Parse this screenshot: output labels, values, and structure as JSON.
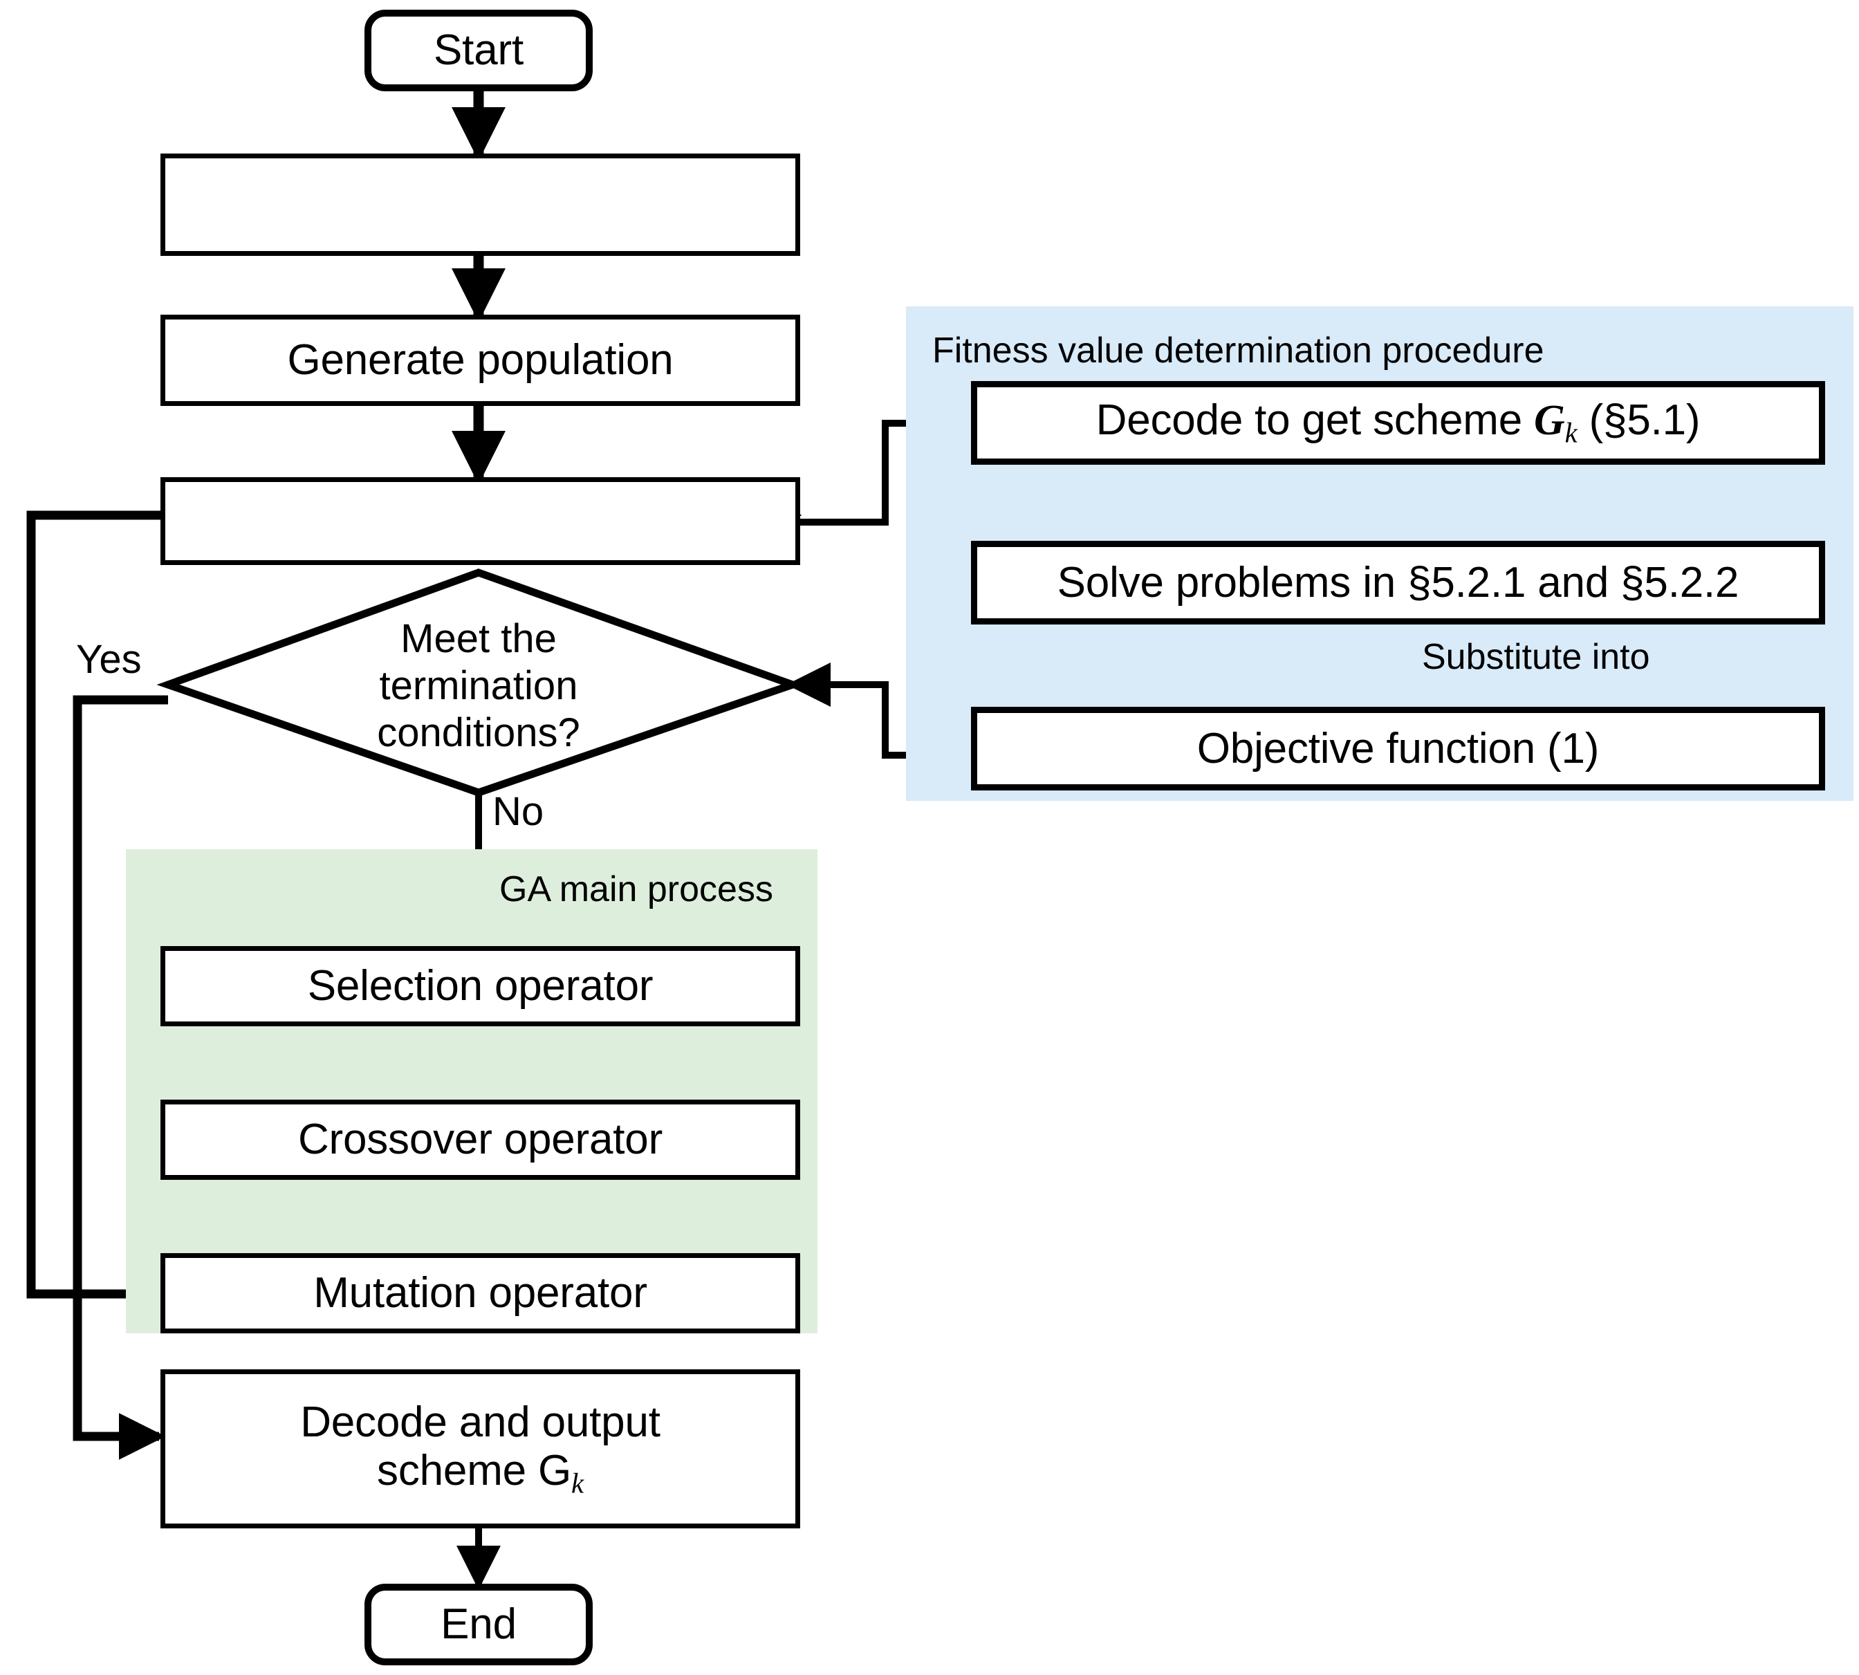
{
  "diagram": {
    "title": "Genetic algorithm flowchart with fitness value determination procedure",
    "colors": {
      "fitness_group_fill": "#d9eaf8",
      "ga_group_fill": "#ddeedd",
      "stroke": "#000000",
      "node_fill": "#ffffff"
    }
  },
  "nodes": {
    "start": "Start",
    "init_blank_1": "",
    "generate_population": "Generate population",
    "init_blank_2": "",
    "decision": "Meet the termination conditions?",
    "decision_line1": "Meet the",
    "decision_line2": "termination",
    "decision_line3": "conditions?",
    "selection": "Selection operator",
    "crossover": "Crossover operator",
    "mutation": "Mutation operator",
    "decode_output_line1": "Decode and output",
    "decode_output_line2": "scheme G",
    "decode_output_sub": "k",
    "end": "End",
    "decode_scheme_pre": "Decode to get scheme ",
    "decode_scheme_sym": "G",
    "decode_scheme_sub": "k",
    "decode_scheme_post": " (§5.1)",
    "solve_problems": "Solve problems in §5.2.1 and §5.2.2",
    "objective_function": "Objective function (1)"
  },
  "groups": {
    "fitness": "Fitness value determination procedure",
    "ga": "GA main process"
  },
  "edge_labels": {
    "yes": "Yes",
    "no": "No",
    "substitute_into": "Substitute into"
  }
}
